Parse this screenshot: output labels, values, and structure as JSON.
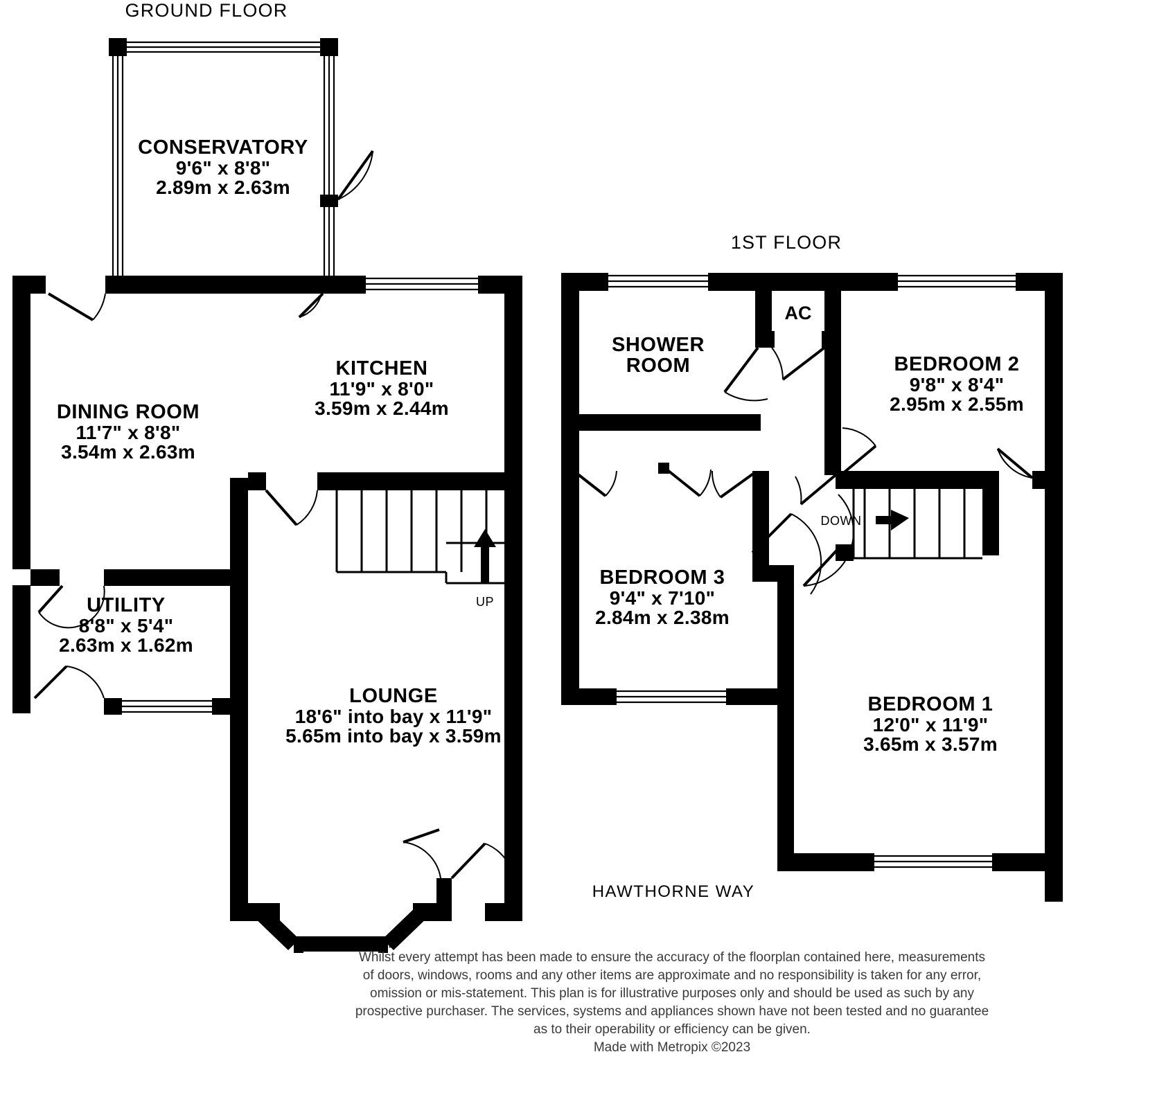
{
  "floors": {
    "ground": {
      "title": "GROUND FLOOR"
    },
    "first": {
      "title": "1ST FLOOR"
    }
  },
  "rooms": [
    {
      "id": "conservatory",
      "name": "CONSERVATORY",
      "imperial": "9'6\"  x 8'8\"",
      "metric": "2.89m  x 2.63m"
    },
    {
      "id": "dining-room",
      "name": "DINING ROOM",
      "imperial": "11'7\"  x 8'8\"",
      "metric": "3.54m  x 2.63m"
    },
    {
      "id": "kitchen",
      "name": "KITCHEN",
      "imperial": "11'9\"  x 8'0\"",
      "metric": "3.59m  x 2.44m"
    },
    {
      "id": "utility",
      "name": "UTILITY",
      "imperial": "8'8\"  x 5'4\"",
      "metric": "2.63m  x 1.62m"
    },
    {
      "id": "lounge",
      "name": "LOUNGE",
      "imperial": "18'6\" into bay x 11'9\"",
      "metric": "5.65m into bay x 3.59m"
    },
    {
      "id": "shower-room",
      "name_line1": "SHOWER",
      "name_line2": "ROOM",
      "imperial": "",
      "metric": ""
    },
    {
      "id": "bedroom-2",
      "name": "BEDROOM 2",
      "imperial": "9'8\"  x 8'4\"",
      "metric": "2.95m  x 2.55m"
    },
    {
      "id": "bedroom-3",
      "name": "BEDROOM 3",
      "imperial": "9'4\"  x 7'10\"",
      "metric": "2.84m  x 2.38m"
    },
    {
      "id": "bedroom-1",
      "name": "BEDROOM 1",
      "imperial": "12'0\"  x 11'9\"",
      "metric": "3.65m  x 3.57m"
    }
  ],
  "annotations": {
    "ac": "AC",
    "up": "UP",
    "down": "DOWN",
    "street": "HAWTHORNE WAY"
  },
  "disclaimer": {
    "lines": [
      "Whilst every attempt has been made to ensure the accuracy of the floorplan contained here, measurements",
      "of doors, windows, rooms and any other items are approximate and no responsibility is taken for any error,",
      "omission or mis-statement. This plan is for illustrative purposes only and should be used as such by any",
      "prospective purchaser. The services, systems and appliances shown have not been tested and no guarantee",
      "as to their operability or efficiency can be given.",
      "Made with Metropix ©2023"
    ]
  },
  "colors": {
    "wall": "#000000",
    "background": "#ffffff",
    "text": "#000000",
    "disclaimer_text": "#3a3a3a"
  }
}
